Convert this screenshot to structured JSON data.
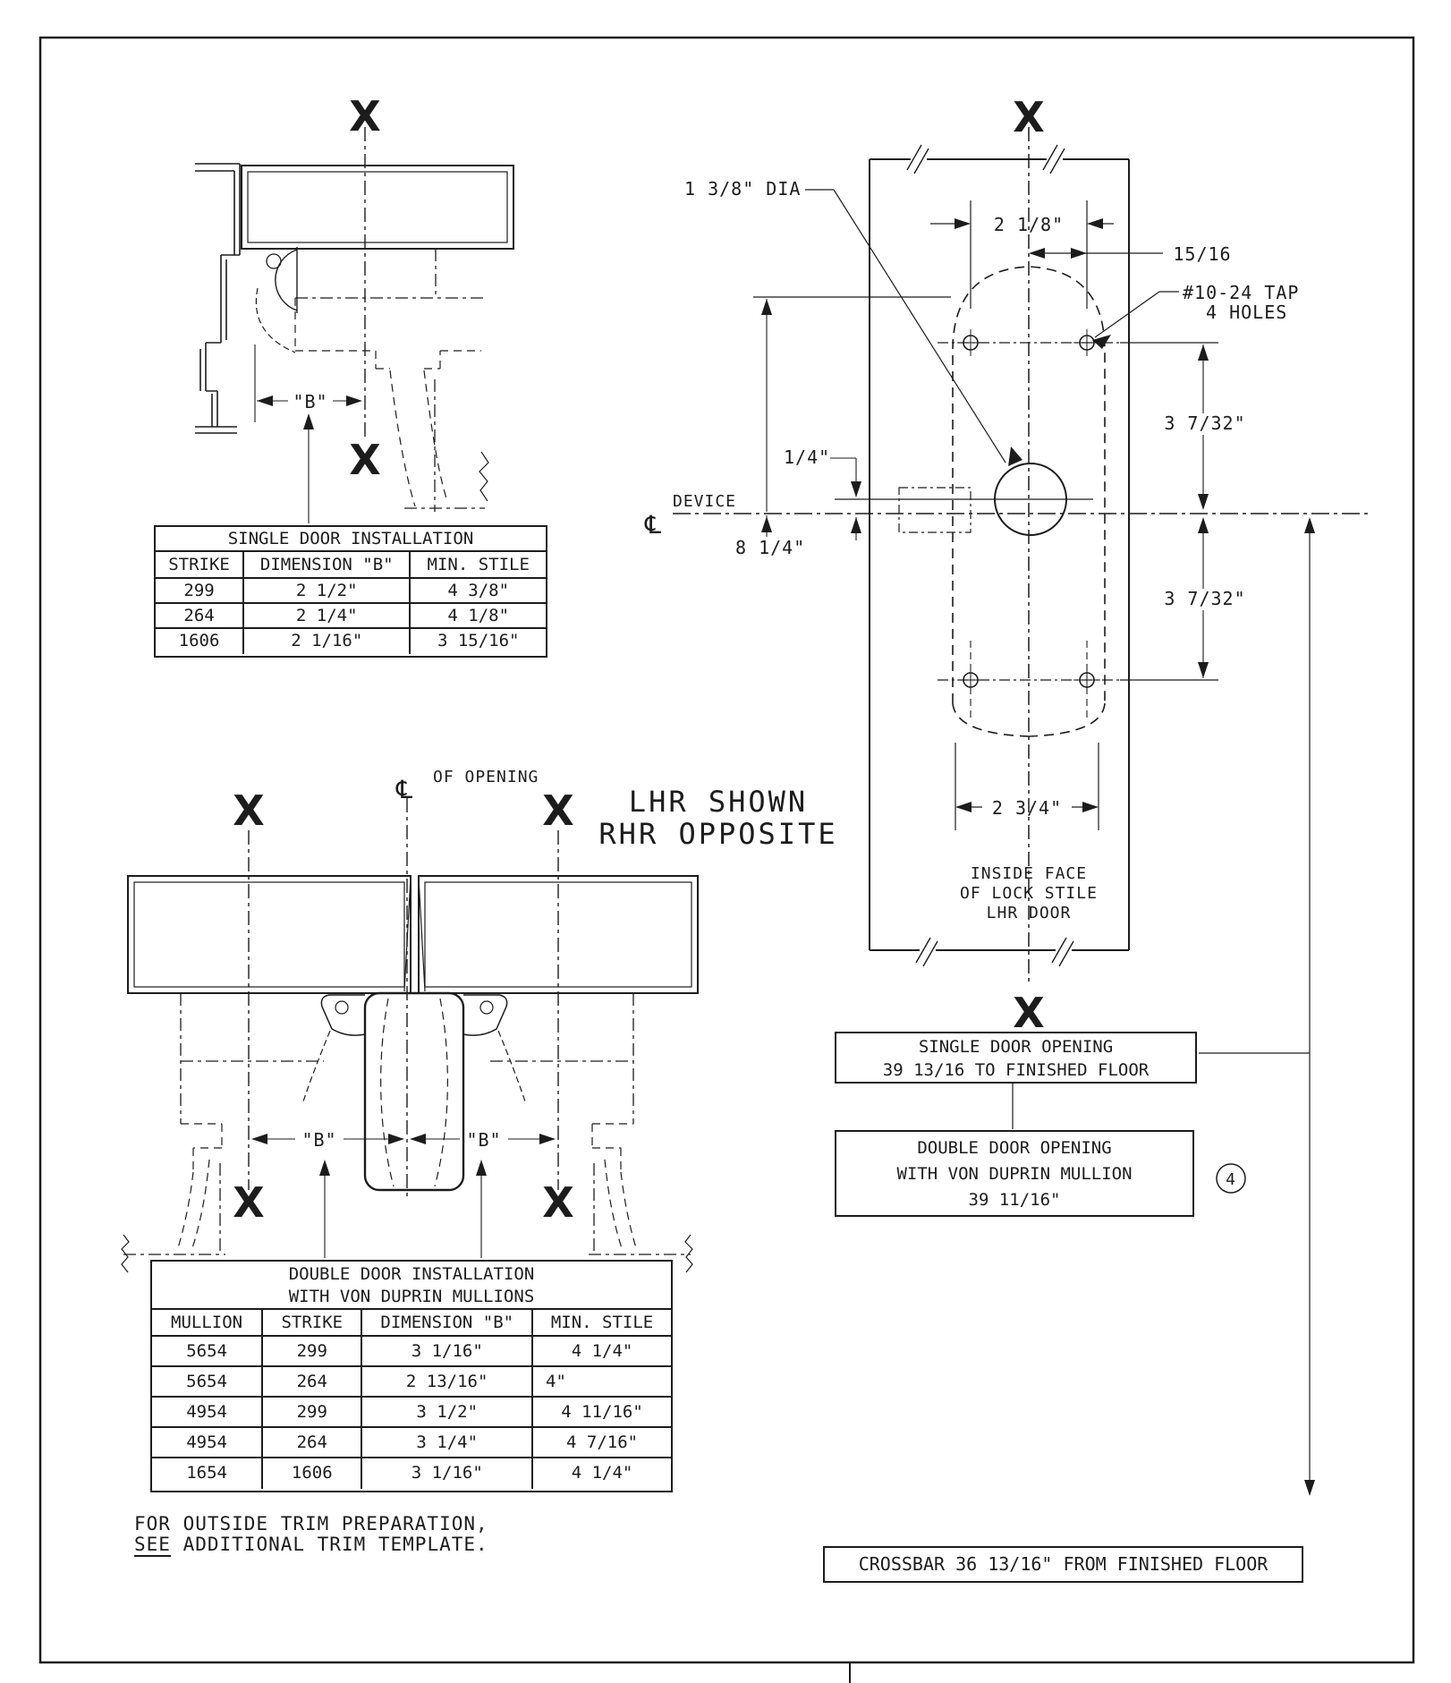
{
  "marks": {
    "x": "X",
    "cl": "℄"
  },
  "handing_note": {
    "line1": "LHR SHOWN",
    "line2": "RHR OPPOSITE"
  },
  "single_drawing": {
    "b_label": "\"B\""
  },
  "double_drawing": {
    "b_label_left": "\"B\"",
    "b_label_right": "\"B\"",
    "of_opening": "OF OPENING"
  },
  "stile_drawing": {
    "dia_label": "1 3/8\" DIA",
    "holes_width": "2 1/8\"",
    "cl_to_hole": "15/16",
    "tap_line1": "#10-24 TAP",
    "tap_line2": "4 HOLES",
    "above_cl": "3 7/32\"",
    "below_cl": "3 7/32\"",
    "quarter": "1/4\"",
    "device_label": "DEVICE",
    "cl_height": "8 1/4\"",
    "bottom_width": "2 3/4\"",
    "face_line1": "INSIDE FACE",
    "face_line2": "OF LOCK STILE",
    "face_line3": "LHR DOOR"
  },
  "single_table": {
    "title": "SINGLE DOOR INSTALLATION",
    "headers": [
      "STRIKE",
      "DIMENSION \"B\"",
      "MIN. STILE"
    ],
    "rows": [
      [
        "299",
        "2 1/2\"",
        "4 3/8\""
      ],
      [
        "264",
        "2 1/4\"",
        "4 1/8\""
      ],
      [
        "1606",
        "2 1/16\"",
        "3 15/16\""
      ]
    ]
  },
  "double_table": {
    "title_line1": "DOUBLE DOOR INSTALLATION",
    "title_line2": "WITH VON DUPRIN MULLIONS",
    "headers": [
      "MULLION",
      "STRIKE",
      "DIMENSION \"B\"",
      "MIN. STILE"
    ],
    "rows": [
      [
        "5654",
        "299",
        "3 1/16\"",
        "4 1/4\""
      ],
      [
        "5654",
        "264",
        "2 13/16\"",
        "4\""
      ],
      [
        "4954",
        "299",
        "3 1/2\"",
        "4 11/16\""
      ],
      [
        "4954",
        "264",
        "3 1/4\"",
        "4 7/16\""
      ],
      [
        "1654",
        "1606",
        "3 1/16\"",
        "4 1/4\""
      ]
    ]
  },
  "callouts": {
    "single_opening_line1": "SINGLE DOOR OPENING",
    "single_opening_line2": "39 13/16 TO FINISHED FLOOR",
    "double_opening_line1": "DOUBLE DOOR OPENING",
    "double_opening_line2": "WITH VON DUPRIN MULLION",
    "double_opening_line3": "39 11/16\"",
    "sheet_number": "4",
    "crossbar": "CROSSBAR 36 13/16\" FROM FINISHED FLOOR"
  },
  "footnote": {
    "line1": "FOR OUTSIDE TRIM PREPARATION,",
    "see_word": "SEE",
    "line2_rest": " ADDITIONAL TRIM TEMPLATE."
  }
}
